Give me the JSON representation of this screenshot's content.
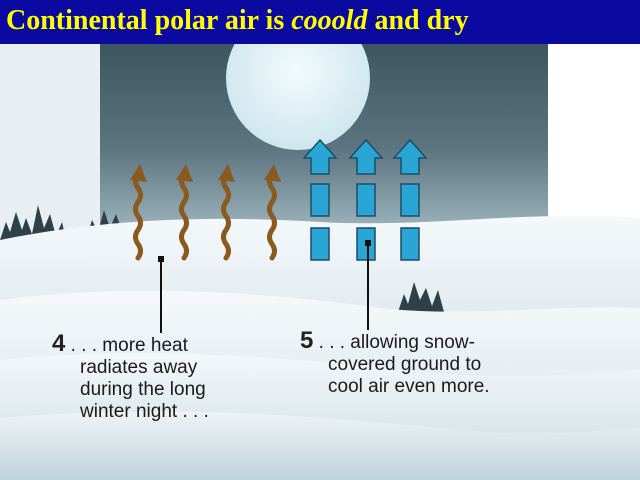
{
  "title": {
    "prefix": "Continental polar air is ",
    "emphasis": "cooold",
    "suffix": " and dry"
  },
  "captions": {
    "step4": {
      "number": "4",
      "lines": [
        " . . . more heat",
        "radiates away",
        "during the long",
        "winter night . . ."
      ]
    },
    "step5": {
      "number": "5",
      "lines": [
        " . . . allowing snow-",
        "covered ground to",
        "cool air even more."
      ]
    }
  },
  "colors": {
    "title_bar": "#0a0aa0",
    "title_text": "#ffff00",
    "heat_arrow": "#8a5a1e",
    "cold_arrow": "#2aa6d6",
    "sky_dark": "#3f5862",
    "moon": "#dff0f5",
    "snow": "#e4eef2"
  },
  "icons": {
    "heat_arrows": "wavy-heat-arrow-icon",
    "cold_air_arrows": "up-arrow-icon",
    "trees": "pine-tree-icon"
  }
}
